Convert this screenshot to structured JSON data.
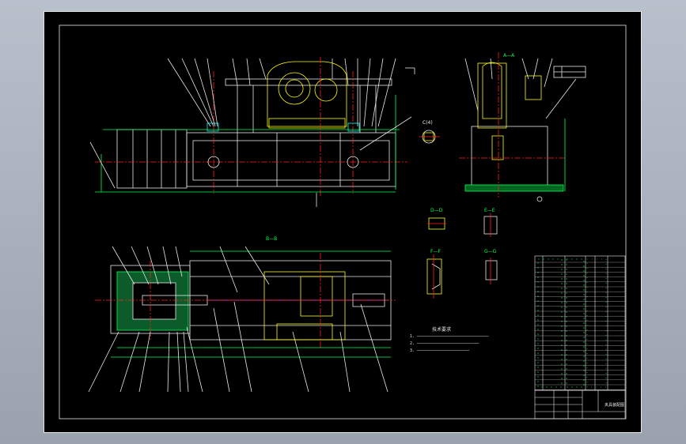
{
  "window": {
    "title": ""
  },
  "views": {
    "top_section_label": "A—A",
    "plan_section_label": "B—B",
    "detail_c_label": "C(4)",
    "small_section_labels": [
      "D—D",
      "E—E",
      "F—F",
      "G—G"
    ]
  },
  "notes": {
    "heading": "技术要求",
    "lines": [
      "1. ──────────────────────────────",
      "2. ──────────────────────────",
      "3. ──────────────────────"
    ]
  },
  "title_block": {
    "caption": "夹具装配图"
  },
  "colors": {
    "sheet_bg": "#000000",
    "line_white": "#e8e8e8",
    "line_yellow": "#ffff00",
    "line_green": "#00ff55",
    "line_cyan": "#00ffff",
    "line_red": "#ff2020",
    "line_magenta": "#ff40ff"
  }
}
